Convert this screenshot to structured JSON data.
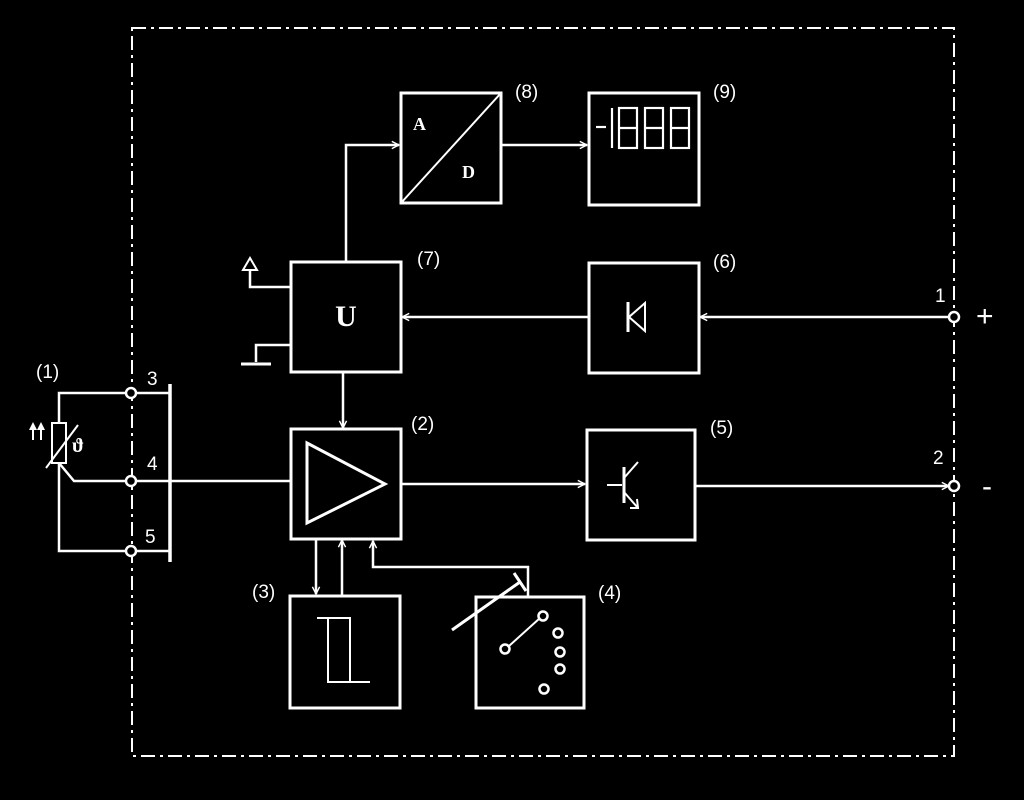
{
  "blocks": {
    "sensor": {
      "number": "(1)",
      "symbol": "ϑ"
    },
    "amplifier": {
      "number": "(2)"
    },
    "block3": {
      "number": "(3)"
    },
    "switch_block": {
      "number": "(4)"
    },
    "transistor_output": {
      "number": "(5)"
    },
    "rectifier": {
      "number": "(6)"
    },
    "voltage_regulator": {
      "number": "(7)",
      "text": "U"
    },
    "ad_converter": {
      "number": "(8)",
      "text_a": "A",
      "text_d": "D"
    },
    "display": {
      "number": "(9)",
      "readout": "-1888"
    }
  },
  "terminals": {
    "t1": {
      "label": "1",
      "polarity": "+"
    },
    "t2": {
      "label": "2",
      "polarity": "-"
    },
    "t3": {
      "label": "3"
    },
    "t4": {
      "label": "4"
    },
    "t5": {
      "label": "5"
    }
  },
  "colors": {
    "background": "#000000",
    "foreground": "#ffffff"
  }
}
